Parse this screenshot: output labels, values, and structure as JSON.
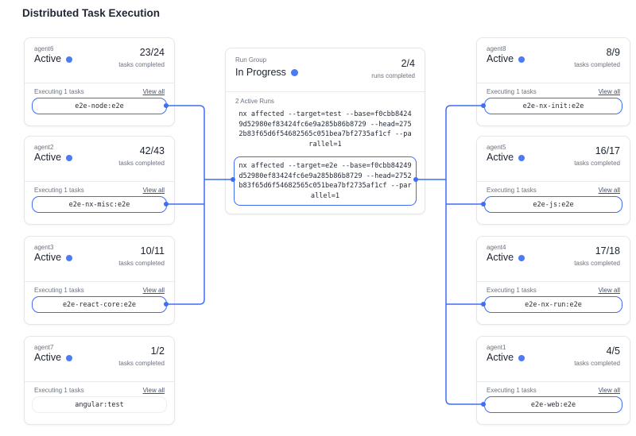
{
  "page": {
    "title": "Distributed Task Execution"
  },
  "colors": {
    "accent": "#3f6df4",
    "status_dot": "#4b7bf5",
    "card_border": "#e4e6ea",
    "muted_text": "#6b7280",
    "dark_text": "#1b2230",
    "link_text": "#46526b"
  },
  "icons": {
    "status_dot": "filled-circle",
    "connector_endpoint": "filled-circle"
  },
  "run_group": {
    "label": "Run Group",
    "status": "In Progress",
    "count": "2/4",
    "count_caption": "runs completed",
    "active_runs_label": "2 Active Runs",
    "run1_command": "nx affected --target=test --base=f0cbb84249d52980ef83424fc6e9a285b86b8729 --head=2752b83f65d6f54682565c051bea7bf2735af1cf --parallel=1",
    "run2_command": "nx affected --target=e2e --base=f0cbb84249d52980ef83424fc6e9a285b86b8729 --head=2752b83f65d6f54682565c051bea7bf2735af1cf --parallel=1"
  },
  "agents_left": [
    {
      "name": "agent6",
      "status": "Active",
      "count": "23/24",
      "count_caption": "tasks completed",
      "executing_label": "Executing 1 tasks",
      "view_all": "View all",
      "task": "e2e-node:e2e"
    },
    {
      "name": "agent2",
      "status": "Active",
      "count": "42/43",
      "count_caption": "tasks completed",
      "executing_label": "Executing 1 tasks",
      "view_all": "View all",
      "task": "e2e-nx-misc:e2e"
    },
    {
      "name": "agent3",
      "status": "Active",
      "count": "10/11",
      "count_caption": "tasks completed",
      "executing_label": "Executing 1 tasks",
      "view_all": "View all",
      "task": "e2e-react-core:e2e"
    },
    {
      "name": "agent7",
      "status": "Active",
      "count": "1/2",
      "count_caption": "tasks completed",
      "executing_label": "Executing 1 tasks",
      "view_all": "View all",
      "task": "angular:test"
    }
  ],
  "agents_right": [
    {
      "name": "agent8",
      "status": "Active",
      "count": "8/9",
      "count_caption": "tasks completed",
      "executing_label": "Executing 1 tasks",
      "view_all": "View all",
      "task": "e2e-nx-init:e2e"
    },
    {
      "name": "agent5",
      "status": "Active",
      "count": "16/17",
      "count_caption": "tasks completed",
      "executing_label": "Executing 1 tasks",
      "view_all": "View all",
      "task": "e2e-js:e2e"
    },
    {
      "name": "agent4",
      "status": "Active",
      "count": "17/18",
      "count_caption": "tasks completed",
      "executing_label": "Executing 1 tasks",
      "view_all": "View all",
      "task": "e2e-nx-run:e2e"
    },
    {
      "name": "agent1",
      "status": "Active",
      "count": "4/5",
      "count_caption": "tasks completed",
      "executing_label": "Executing 1 tasks",
      "view_all": "View all",
      "task": "e2e-web:e2e"
    }
  ]
}
